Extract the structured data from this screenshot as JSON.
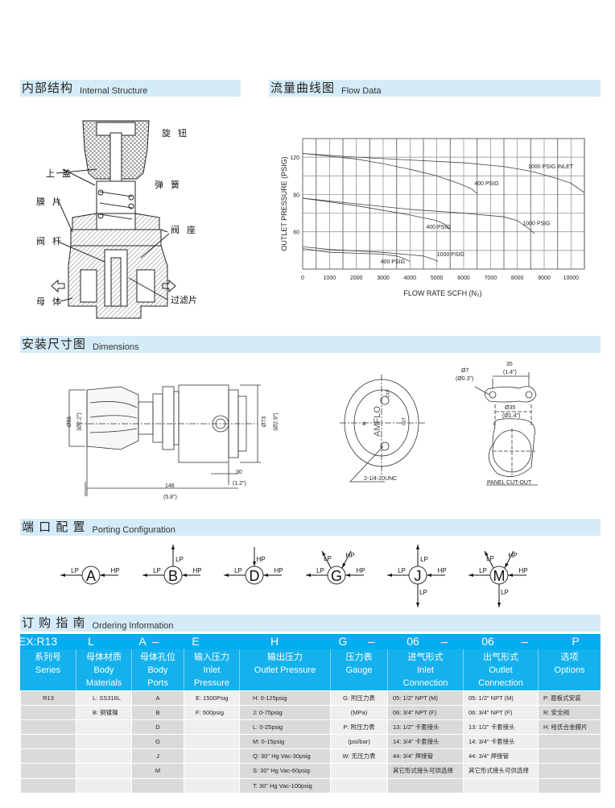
{
  "sections": {
    "internal": {
      "zh": "内部结构",
      "en": "Internal Structure"
    },
    "flow": {
      "zh": "流量曲线图",
      "en": "Flow Data"
    },
    "dimensions": {
      "zh": "安装尺寸图",
      "en": "Dimensions"
    },
    "porting": {
      "zh": "端 口 配 置",
      "en": "Porting Configuration"
    },
    "ordering": {
      "zh": "订 购 指 南",
      "en": "Ordering Information"
    }
  },
  "structure_labels": {
    "knob": "旋 钮",
    "bonnet": "上 盖",
    "spring": "弹 簧",
    "diaphragm": "膜 片",
    "seat": "阀 座",
    "stem": "阀 杆",
    "body": "母 体",
    "filter": "过滤片"
  },
  "chart_data": {
    "type": "line",
    "title": "Flow Data",
    "xlabel": "FLOW  RATE SCFH (N₂)",
    "ylabel": "OUTLET  PRESSURE (PSIG)",
    "xlim": [
      0,
      10500
    ],
    "x_ticks": [
      0,
      1000,
      2000,
      3000,
      4000,
      5000,
      6000,
      7000,
      8000,
      9000,
      10000
    ],
    "x_grid_step": 500,
    "y_gridlines": [
      40,
      50,
      60,
      70,
      80,
      100,
      120,
      140
    ],
    "y_ticks": [
      60,
      80,
      120
    ],
    "grid": true,
    "series": [
      {
        "name": "1000 PSIG INLET",
        "label_at": [
          8400,
          108
        ],
        "points": [
          [
            0,
            124
          ],
          [
            2000,
            120
          ],
          [
            4000,
            117
          ],
          [
            6000,
            114
          ],
          [
            7500,
            110
          ],
          [
            8500,
            105
          ],
          [
            9500,
            97
          ],
          [
            10000,
            92
          ],
          [
            10500,
            82
          ]
        ]
      },
      {
        "name": "400 PSIG",
        "label_at": [
          6400,
          90
        ],
        "points": [
          [
            0,
            124
          ],
          [
            1000,
            121
          ],
          [
            2000,
            118
          ],
          [
            3000,
            113
          ],
          [
            4000,
            107
          ],
          [
            5000,
            100
          ],
          [
            5900,
            91
          ],
          [
            6300,
            86
          ],
          [
            6500,
            81
          ]
        ]
      },
      {
        "name": "1000 PSIG",
        "label_at": [
          8200,
          63.5
        ],
        "points": [
          [
            0,
            78
          ],
          [
            2000,
            75
          ],
          [
            4000,
            72
          ],
          [
            6000,
            70
          ],
          [
            7500,
            68
          ],
          [
            8000,
            66
          ],
          [
            8400,
            62
          ],
          [
            8650,
            59
          ]
        ]
      },
      {
        "name": "400 PSIG",
        "label_at": [
          4600,
          61.5
        ],
        "points": [
          [
            0,
            78
          ],
          [
            2000,
            74
          ],
          [
            4000,
            69
          ],
          [
            5000,
            66
          ],
          [
            5300,
            64
          ],
          [
            5500,
            61
          ]
        ]
      },
      {
        "name": "1000 PSIG",
        "label_at": [
          5000,
          47
        ],
        "points": [
          [
            0,
            52
          ],
          [
            1000,
            50.5
          ],
          [
            3000,
            49
          ],
          [
            4500,
            47
          ],
          [
            5000,
            44.5
          ],
          [
            5050,
            44
          ]
        ]
      },
      {
        "name": "400 PSIG",
        "label_at": [
          2900,
          43
        ],
        "points": [
          [
            0,
            51
          ],
          [
            1000,
            49
          ],
          [
            3000,
            48
          ],
          [
            3500,
            47
          ],
          [
            3800,
            45.5
          ],
          [
            4000,
            44
          ]
        ]
      }
    ]
  },
  "dimensions": {
    "d55": "Ø55",
    "d55in": "(Ø2.2\")",
    "d73": "Ø73",
    "d73in": "(Ø2.9\")",
    "l30": "30",
    "l30in": "(1.2\")",
    "l148": "148",
    "l148in": "(5.8\")",
    "thread": "2-1/4-20UNC",
    "brand": "AMFLO",
    "in": "IN",
    "out1": "OUT",
    "out2": "OUT",
    "d7": "Ø7",
    "d7in": "(Ø0.3\")",
    "l35": "35",
    "l35in": "(1.4\")",
    "d35": "Ø35",
    "d35in": "(Ø1.4\")",
    "panel": "PANEL CUT-OUT"
  },
  "porting": [
    {
      "letter": "A",
      "lp": "LP",
      "hp": "HP"
    },
    {
      "letter": "B",
      "lp": "LP",
      "hp": "HP",
      "top": "LP"
    },
    {
      "letter": "D",
      "lp": "LP",
      "hp": "HP",
      "top": "HP"
    },
    {
      "letter": "G",
      "lp": "LP",
      "hp": "HP",
      "tl": "LP",
      "tr": "HP"
    },
    {
      "letter": "J",
      "lp": "LP",
      "hp": "HP",
      "top": "LP",
      "bottom": "LP"
    },
    {
      "letter": "M",
      "lp": "LP",
      "hp": "HP",
      "tl": "LP",
      "tr": "HP",
      "bottom": "LP"
    }
  ],
  "ordering": {
    "codes": [
      "EX:R13",
      "L",
      "A",
      "–",
      "E",
      "H",
      "G",
      "–",
      "06",
      "–",
      "06",
      "–",
      "P"
    ],
    "headers": [
      {
        "zh": "系列号",
        "en": "Series"
      },
      {
        "zh": "母体材质",
        "en": "Body Materials"
      },
      {
        "zh": "母体孔位",
        "en": "Body Ports"
      },
      {
        "zh": "输入压力",
        "en": "Inlet Pressure"
      },
      {
        "zh": "输出压力",
        "en": "Outlet Pressure"
      },
      {
        "zh": "压力表",
        "en": "Gauge"
      },
      {
        "zh": "进气形式",
        "en": "Inlet Connection"
      },
      {
        "zh": "出气形式",
        "en": "Outlet Connection"
      },
      {
        "zh": "选项",
        "en": "Options"
      }
    ],
    "columns": [
      [
        "R13"
      ],
      [
        "L: SS316L",
        "B: 铜镀镍"
      ],
      [
        "A",
        "B",
        "D",
        "G",
        "J",
        "M"
      ],
      [
        "E: 1500Psig",
        "F: 500psig"
      ],
      [
        "H: 0-125psig",
        "J: 0-75psig",
        "L: 0-25psig",
        "M: 0-15psig",
        "Q: 30\" Hg Vac-30psig",
        "S: 30\" Hg Vac-60psig",
        "T: 30\" Hg Vac-100psig"
      ],
      [
        "G: 附压力表",
        "(MPa)",
        "P: 附压力表",
        "(psi/bar)",
        "W: 无压力表"
      ],
      [
        "05: 1/2\" NPT (M)",
        "06: 3/4\" NPT (F)",
        "13: 1/2\" 卡套接头",
        "14: 3/4\" 卡套接头",
        "44: 3/4\" 焊接管",
        "其它形式接头可供选择"
      ],
      [
        "05: 1/2\" NPT (M)",
        "06: 3/4\" NPT (F)",
        "13: 1/2\" 卡套接头",
        "14: 3/4\" 卡套接头",
        "44: 3/4\" 焊接管",
        "其它形式接头可供选择"
      ],
      [
        "P: 面板式安装",
        "R: 安全阀",
        "H: 哈氏合金膜片"
      ]
    ]
  }
}
